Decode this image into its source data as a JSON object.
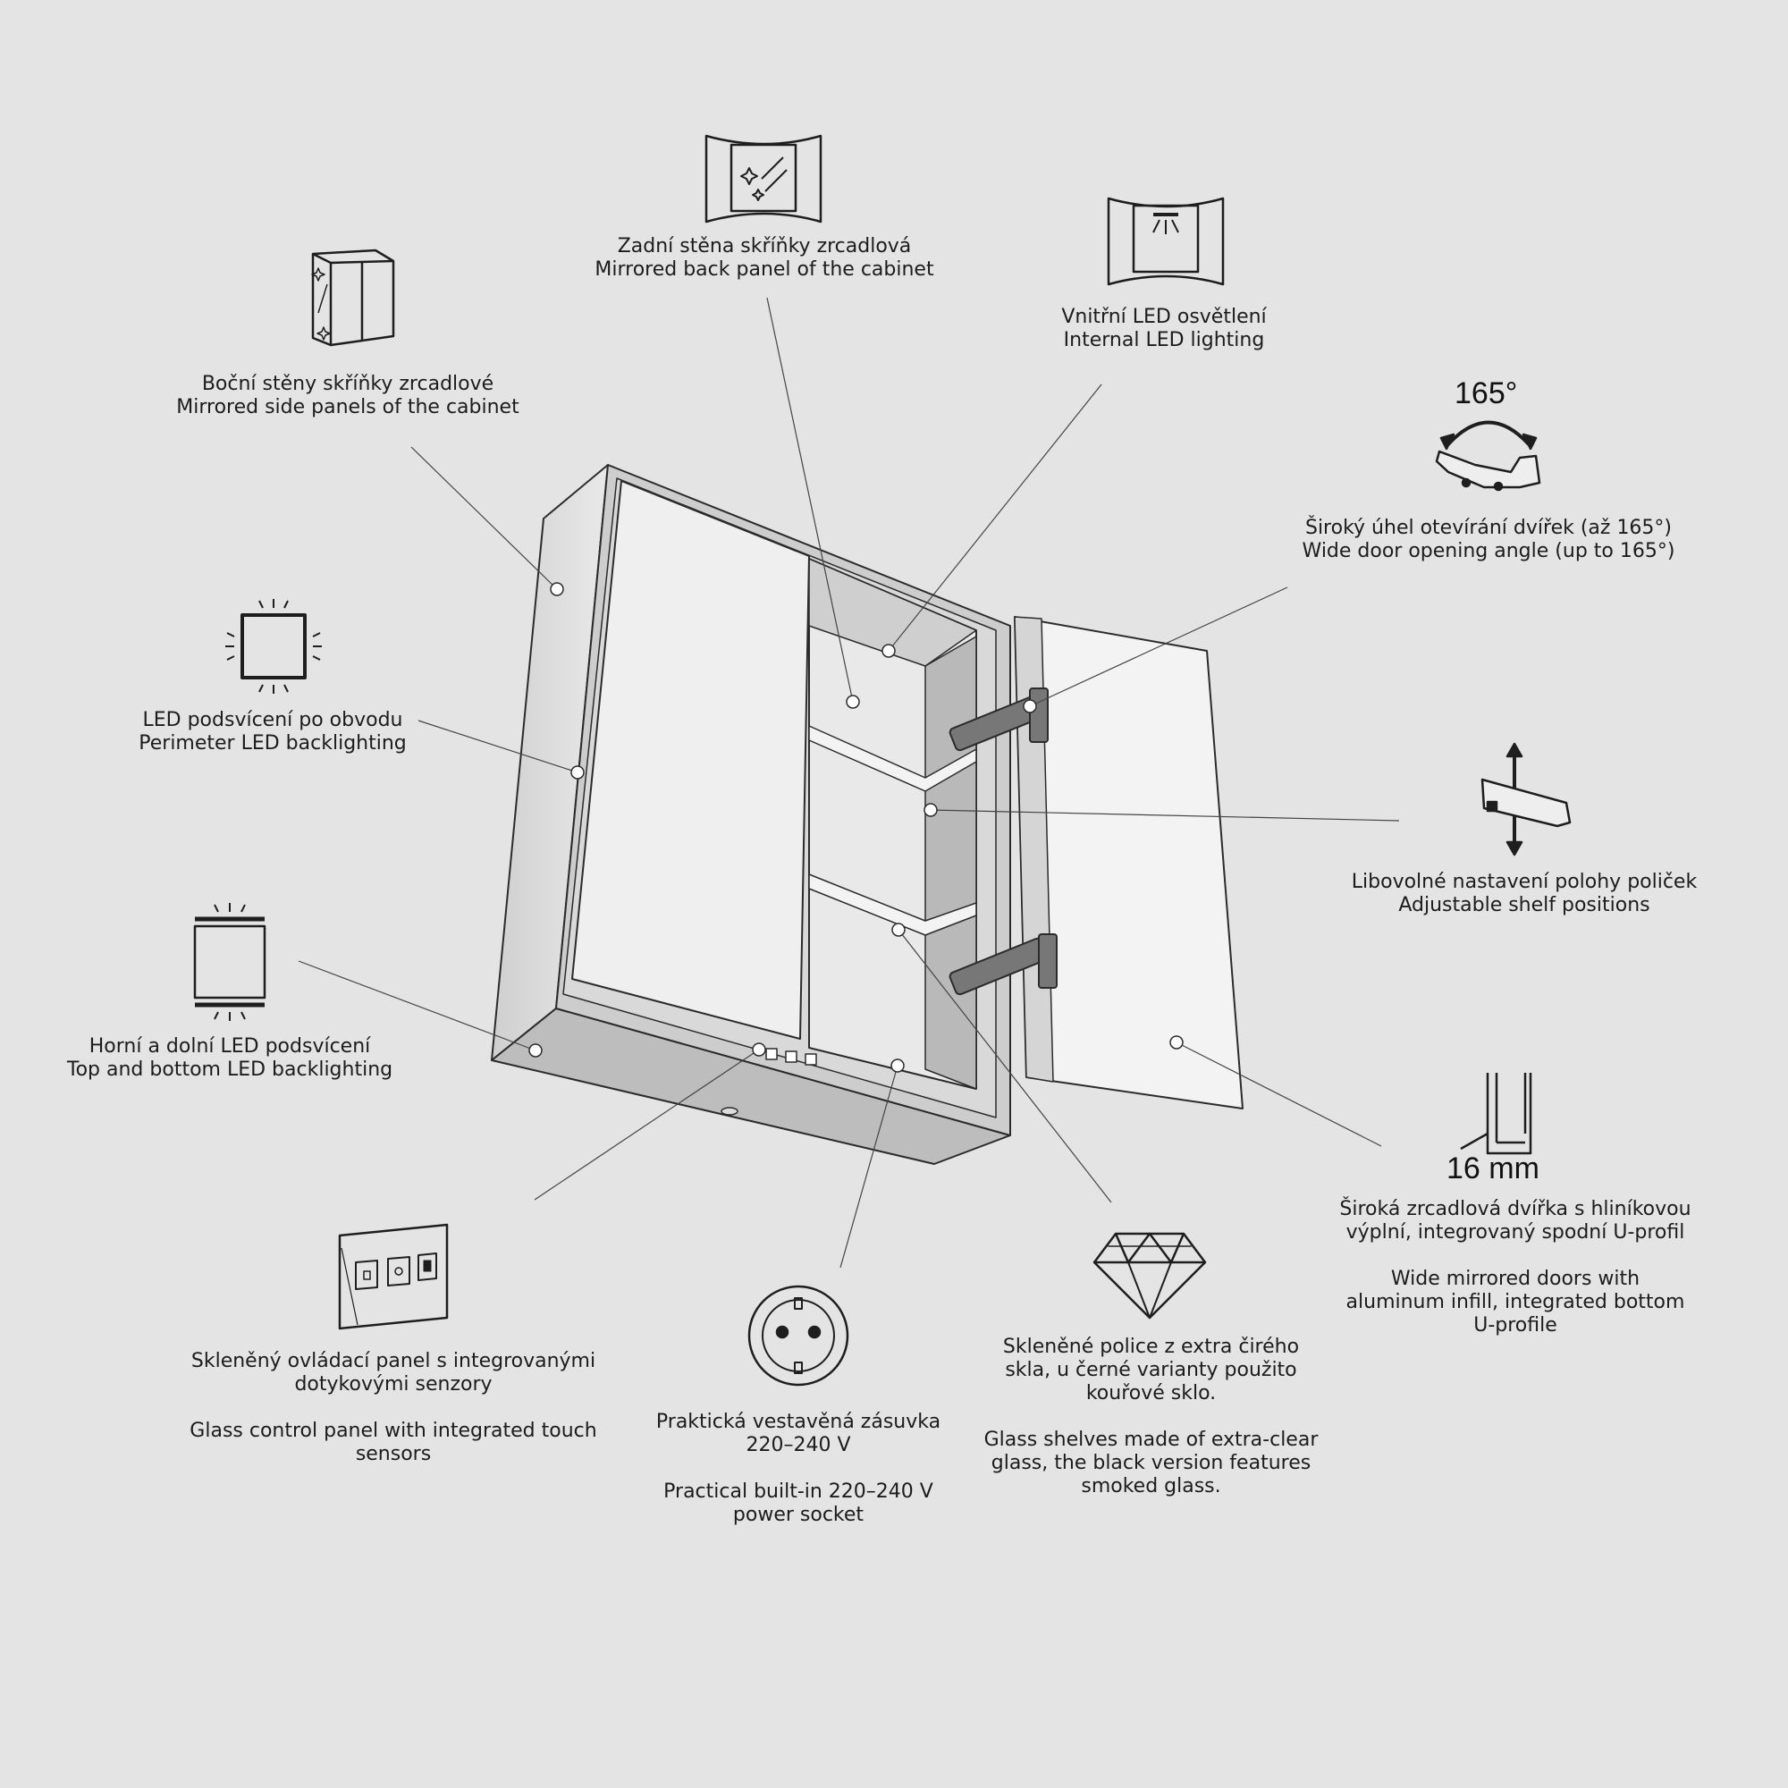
{
  "colors": {
    "background": "#e4e4e4",
    "line": "#2b2b2b",
    "panel_light": "#f1f1f1",
    "panel_mid": "#d9d9d9",
    "panel_dark": "#bdbdbd"
  },
  "features": {
    "mirrored_back": {
      "icon": "mirror-panel-icon",
      "lines": [
        "Zadní stěna skříňky zrcadlová",
        "Mirrored back panel of the cabinet"
      ]
    },
    "led_internal": {
      "icon": "interior-light-icon",
      "lines": [
        "Vnitřní LED osvětlení",
        "Internal LED lighting"
      ]
    },
    "side_panels": {
      "icon": "mirror-cabinet-icon",
      "lines": [
        "Boční stěny skříňky zrcadlové",
        "Mirrored side panels of the cabinet"
      ]
    },
    "door_angle": {
      "icon": "hinge-rotation-icon",
      "angle_text": "165°",
      "lines": [
        "Široký úhel otevírání dvířek (až 165°)",
        "Wide door opening angle (up to 165°)"
      ]
    },
    "perimeter_led": {
      "icon": "perimeter-led-icon",
      "lines": [
        "LED podsvícení po obvodu",
        "Perimeter LED backlighting"
      ]
    },
    "shelf_positions": {
      "icon": "shelf-support-icon",
      "lines": [
        "Libovolné nastavení polohy poliček",
        "Adjustable shelf positions"
      ]
    },
    "top_bottom_led": {
      "icon": "top-bottom-led-icon",
      "lines": [
        "Horní a dolní LED podsvícení",
        "Top and bottom LED backlighting"
      ]
    },
    "mirror_doors": {
      "icon": "u-profile-icon",
      "size_text": "16 mm",
      "cz": [
        "Široká zrcadlová dvířka s hliníkovou",
        "výplní, integrovaný spodní U-profil"
      ],
      "en": [
        "Wide mirrored doors with",
        "aluminum infill, integrated bottom",
        "U-profile"
      ]
    },
    "control_panel": {
      "icon": "touch-panel-icon",
      "cz": [
        "Skleněný ovládací panel s integrovanými",
        "dotykovými senzory"
      ],
      "en": [
        "Glass control panel with integrated touch",
        "sensors"
      ]
    },
    "socket": {
      "icon": "power-socket-icon",
      "cz": [
        "Praktická vestavěná zásuvka",
        "220–240 V"
      ],
      "en": [
        "Practical built-in 220–240 V",
        "power socket"
      ]
    },
    "glass_shelves": {
      "icon": "diamond-icon",
      "cz": [
        "Skleněné police z extra čirého",
        "skla, u černé varianty použito",
        "kouřové sklo."
      ],
      "en": [
        "Glass shelves made of extra-clear",
        "glass, the black version features",
        "smoked glass."
      ]
    }
  }
}
